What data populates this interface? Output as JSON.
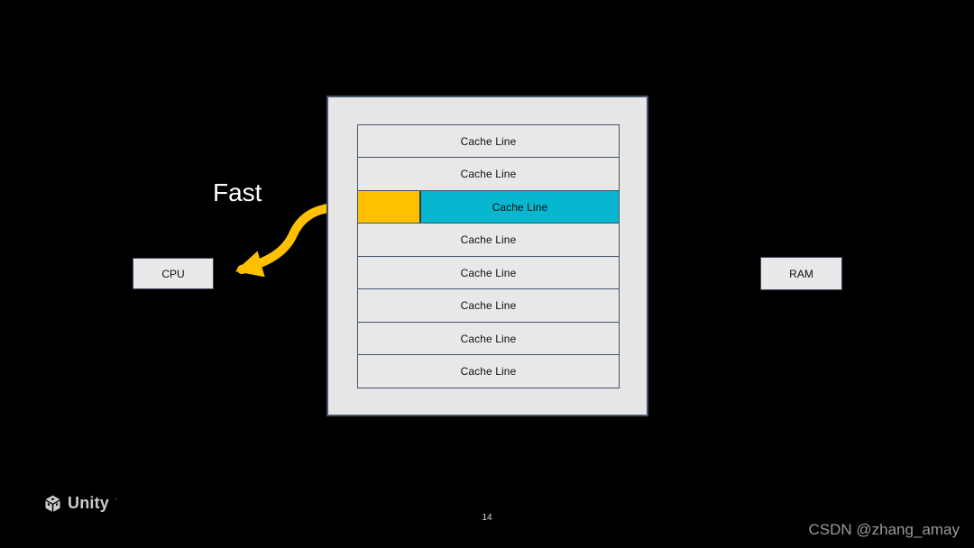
{
  "labels": {
    "fast": "Fast"
  },
  "cpu": {
    "label": "CPU"
  },
  "ram": {
    "label": "RAM"
  },
  "cache": {
    "rows": [
      {
        "label": "Cache Line",
        "highlighted": false
      },
      {
        "label": "Cache Line",
        "highlighted": false
      },
      {
        "label": "Cache Line",
        "highlighted": true
      },
      {
        "label": "Cache Line",
        "highlighted": false
      },
      {
        "label": "Cache Line",
        "highlighted": false
      },
      {
        "label": "Cache Line",
        "highlighted": false
      },
      {
        "label": "Cache Line",
        "highlighted": false
      },
      {
        "label": "Cache Line",
        "highlighted": false
      }
    ]
  },
  "footer": {
    "brand": "Unity",
    "brand_mark": "·",
    "page_number": "14",
    "watermark": "CSDN @zhang_amay"
  },
  "colors": {
    "background": "#000000",
    "panel_fill": "#E7E6E6",
    "panel_border": "#44546A",
    "row_fill": "#E9E8E8",
    "row_border": "#44546A",
    "highlight_yellow": "#FFC000",
    "highlight_cyan": "#07B6CF",
    "arrow": "#FFC000",
    "fast_text": "#FFFFFF"
  }
}
